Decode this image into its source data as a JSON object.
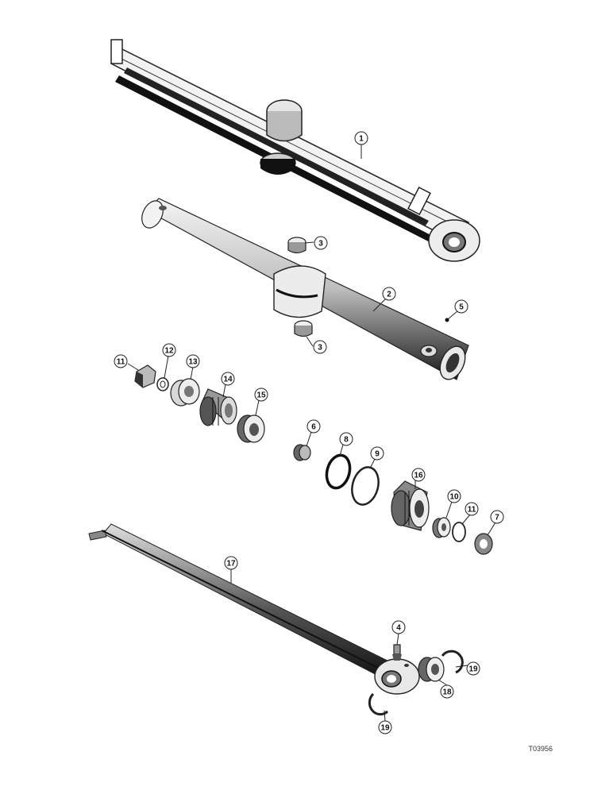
{
  "diagram": {
    "callouts": [
      "1",
      "2",
      "3",
      "3",
      "5",
      "4",
      "6",
      "7",
      "8",
      "9",
      "10",
      "11",
      "11",
      "12",
      "13",
      "14",
      "15",
      "16",
      "17",
      "18",
      "19",
      "19"
    ],
    "document_code": "T03956"
  }
}
